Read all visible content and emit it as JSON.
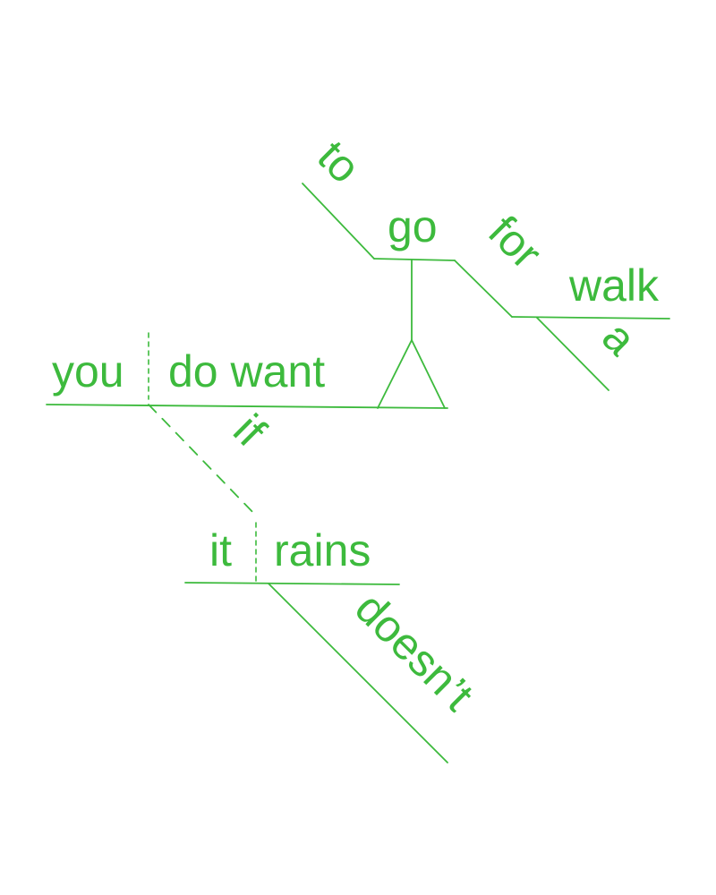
{
  "colors": {
    "line": "#3dba3d",
    "background": "#ffffff"
  },
  "words": {
    "subject": "you",
    "verb": "do want",
    "infinitive_to": "to",
    "infinitive_verb": "go",
    "preposition": "for",
    "object_of_preposition": "walk",
    "article": "a",
    "conjunction": "if",
    "clause_subject": "it",
    "clause_verb": "rains",
    "negation": "doesn’t"
  }
}
